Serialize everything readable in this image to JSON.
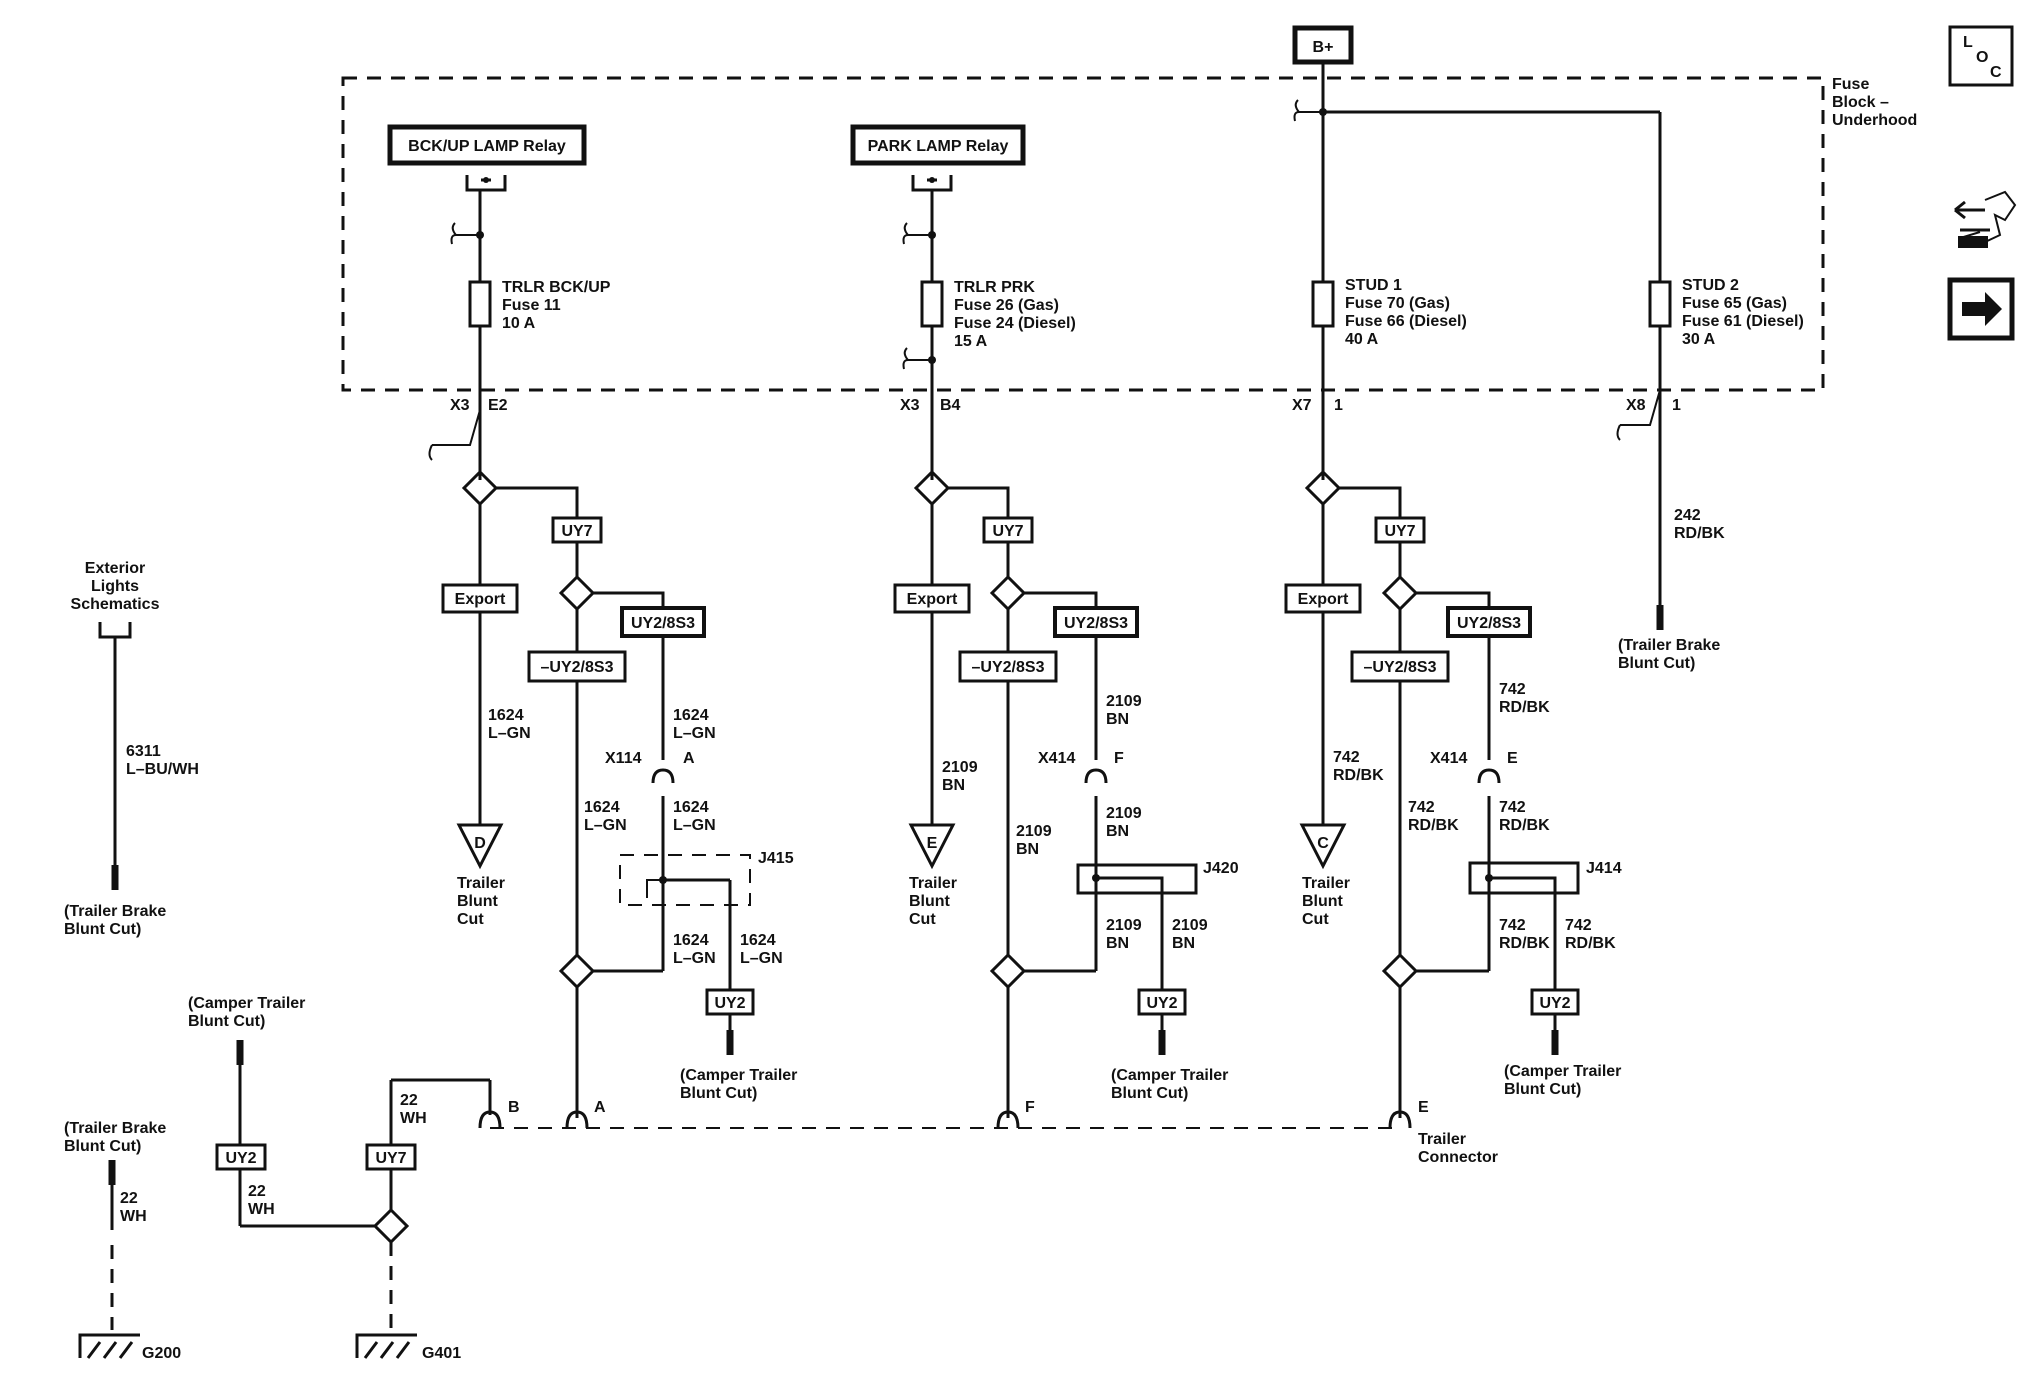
{
  "supply": {
    "label": "B+"
  },
  "fuse_block": {
    "label_lines": [
      "Fuse",
      "Block –",
      "Underhood"
    ]
  },
  "side_icons": {
    "loc": [
      "L",
      "O",
      "C"
    ],
    "connector_icon": "connector-icon",
    "arrow_icon": "right-arrow-icon"
  },
  "relays": {
    "backup": "BCK/UP LAMP Relay",
    "park": "PARK LAMP Relay"
  },
  "fuses": {
    "trlr_bckup": [
      "TRLR BCK/UP",
      "Fuse 11",
      "10 A"
    ],
    "trlr_prk": [
      "TRLR PRK",
      "Fuse 26 (Gas)",
      "Fuse 24 (Diesel)",
      "15 A"
    ],
    "stud1": [
      "STUD 1",
      "Fuse 70 (Gas)",
      "Fuse 66 (Diesel)",
      "40 A"
    ],
    "stud2": [
      "STUD 2",
      "Fuse 65 (Gas)",
      "Fuse 61 (Diesel)",
      "30 A"
    ]
  },
  "pins": {
    "x3": "X3",
    "e2": "E2",
    "b4": "B4",
    "x7": "X7",
    "x8": "X8",
    "one": "1",
    "x114": "X114",
    "x414": "X414",
    "a": "A",
    "f": "F",
    "e": "E",
    "b": "B"
  },
  "options": {
    "uy7": "UY7",
    "export": "Export",
    "uy2_8s3": "UY2/8S3",
    "not_uy2_8s3": "–UY2/8S3",
    "uy2": "UY2"
  },
  "wires": {
    "w1624_lgn": [
      "1624",
      "L–GN"
    ],
    "w2109_bn": [
      "2109",
      "BN"
    ],
    "w742_rdbk": [
      "742",
      "RD/BK"
    ],
    "w242_rdbk": [
      "242",
      "RD/BK"
    ],
    "w6311_lbuwh": [
      "6311",
      "L–BU/WH"
    ],
    "w22_wh": [
      "22",
      "WH"
    ]
  },
  "splices": {
    "j415": "J415",
    "j420": "J420",
    "j414": "J414"
  },
  "terminals": {
    "d": "D",
    "e": "E",
    "c": "C"
  },
  "refs": {
    "trailer_blunt_cut": [
      "Trailer",
      "Blunt",
      "Cut"
    ],
    "trailer_brake_blunt_cut": [
      "(Trailer Brake",
      "Blunt Cut)"
    ],
    "camper_trailer_blunt_cut": [
      "(Camper Trailer",
      "Blunt Cut)"
    ],
    "exterior_lights": [
      "Exterior",
      "Lights",
      "Schematics"
    ],
    "trailer_connector": [
      "Trailer",
      "Connector"
    ]
  },
  "grounds": {
    "g200": "G200",
    "g401": "G401"
  }
}
